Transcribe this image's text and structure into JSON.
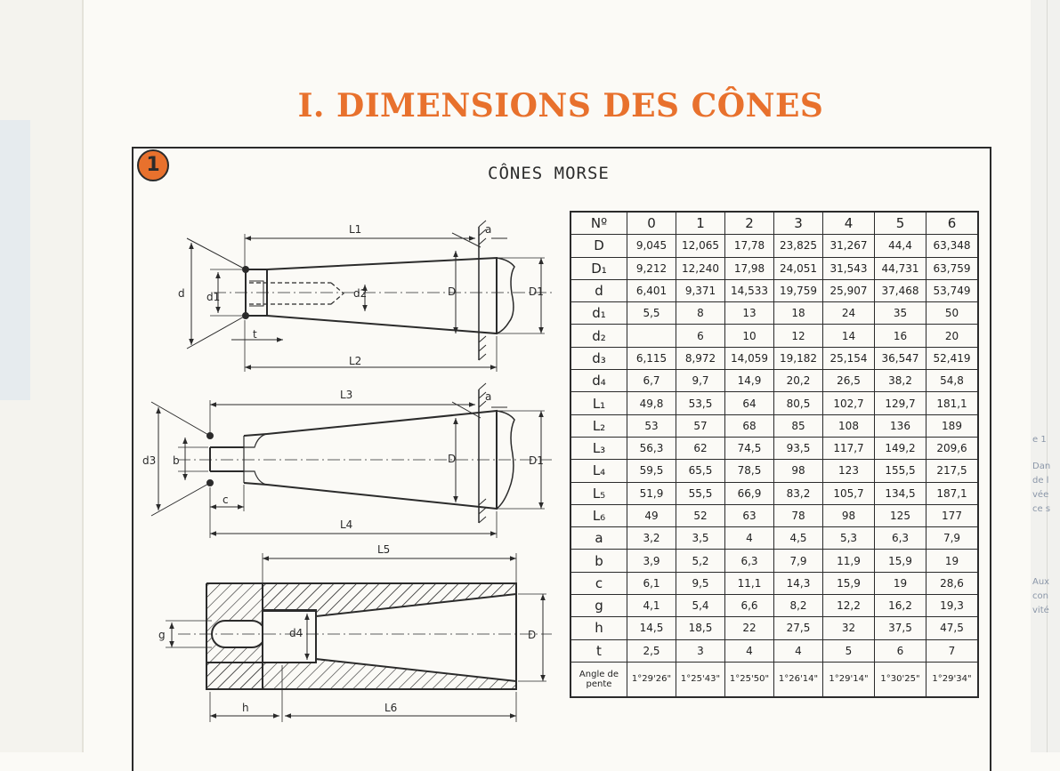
{
  "page_title": "I. DIMENSIONS DES CÔNES",
  "badge": "1",
  "section_title": "CÔNES MORSE",
  "margin_text": [
    "e 1",
    "Dan",
    "de l",
    "vée",
    "ce s",
    "Aux",
    "con",
    "vité"
  ],
  "drawing_labels": {
    "fig1": {
      "L1": "L1",
      "a": "a",
      "d": "d",
      "d1": "d1",
      "d2": "d2",
      "D": "D",
      "D1": "D1",
      "t": "t",
      "L2": "L2"
    },
    "fig2": {
      "L3": "L3",
      "a": "a",
      "d3": "d3",
      "b": "b",
      "D": "D",
      "D1": "D1",
      "c": "c",
      "L4": "L4"
    },
    "fig3": {
      "L5": "L5",
      "g": "g",
      "d4": "d4",
      "D": "D",
      "h": "h",
      "L6": "L6"
    }
  },
  "table": {
    "header": [
      "Nº",
      "0",
      "1",
      "2",
      "3",
      "4",
      "5",
      "6"
    ],
    "rows": [
      {
        "label": "D",
        "values": [
          "9,045",
          "12,065",
          "17,78",
          "23,825",
          "31,267",
          "44,4",
          "63,348"
        ]
      },
      {
        "label": "D₁",
        "values": [
          "9,212",
          "12,240",
          "17,98",
          "24,051",
          "31,543",
          "44,731",
          "63,759"
        ]
      },
      {
        "label": "d",
        "values": [
          "6,401",
          "9,371",
          "14,533",
          "19,759",
          "25,907",
          "37,468",
          "53,749"
        ]
      },
      {
        "label": "d₁",
        "values": [
          "5,5",
          "8",
          "13",
          "18",
          "24",
          "35",
          "50"
        ]
      },
      {
        "label": "d₂",
        "values": [
          "",
          "6",
          "10",
          "12",
          "14",
          "16",
          "20"
        ]
      },
      {
        "label": "d₃",
        "values": [
          "6,115",
          "8,972",
          "14,059",
          "19,182",
          "25,154",
          "36,547",
          "52,419"
        ]
      },
      {
        "label": "d₄",
        "values": [
          "6,7",
          "9,7",
          "14,9",
          "20,2",
          "26,5",
          "38,2",
          "54,8"
        ]
      },
      {
        "label": "L₁",
        "values": [
          "49,8",
          "53,5",
          "64",
          "80,5",
          "102,7",
          "129,7",
          "181,1"
        ]
      },
      {
        "label": "L₂",
        "values": [
          "53",
          "57",
          "68",
          "85",
          "108",
          "136",
          "189"
        ]
      },
      {
        "label": "L₃",
        "values": [
          "56,3",
          "62",
          "74,5",
          "93,5",
          "117,7",
          "149,2",
          "209,6"
        ]
      },
      {
        "label": "L₄",
        "values": [
          "59,5",
          "65,5",
          "78,5",
          "98",
          "123",
          "155,5",
          "217,5"
        ]
      },
      {
        "label": "L₅",
        "values": [
          "51,9",
          "55,5",
          "66,9",
          "83,2",
          "105,7",
          "134,5",
          "187,1"
        ]
      },
      {
        "label": "L₆",
        "values": [
          "49",
          "52",
          "63",
          "78",
          "98",
          "125",
          "177"
        ]
      },
      {
        "label": "a",
        "values": [
          "3,2",
          "3,5",
          "4",
          "4,5",
          "5,3",
          "6,3",
          "7,9"
        ]
      },
      {
        "label": "b",
        "values": [
          "3,9",
          "5,2",
          "6,3",
          "7,9",
          "11,9",
          "15,9",
          "19"
        ]
      },
      {
        "label": "c",
        "values": [
          "6,1",
          "9,5",
          "11,1",
          "14,3",
          "15,9",
          "19",
          "28,6"
        ]
      },
      {
        "label": "g",
        "values": [
          "4,1",
          "5,4",
          "6,6",
          "8,2",
          "12,2",
          "16,2",
          "19,3"
        ]
      },
      {
        "label": "h",
        "values": [
          "14,5",
          "18,5",
          "22",
          "27,5",
          "32",
          "37,5",
          "47,5"
        ]
      },
      {
        "label": "t",
        "values": [
          "2,5",
          "3",
          "4",
          "4",
          "5",
          "6",
          "7"
        ]
      }
    ],
    "angle_row": {
      "label_line1": "Angle de",
      "label_line2": "pente",
      "values": [
        "1°29'26\"",
        "1°25'43\"",
        "1°25'50\"",
        "1°26'14\"",
        "1°29'14\"",
        "1°30'25\"",
        "1°29'34\""
      ]
    }
  }
}
